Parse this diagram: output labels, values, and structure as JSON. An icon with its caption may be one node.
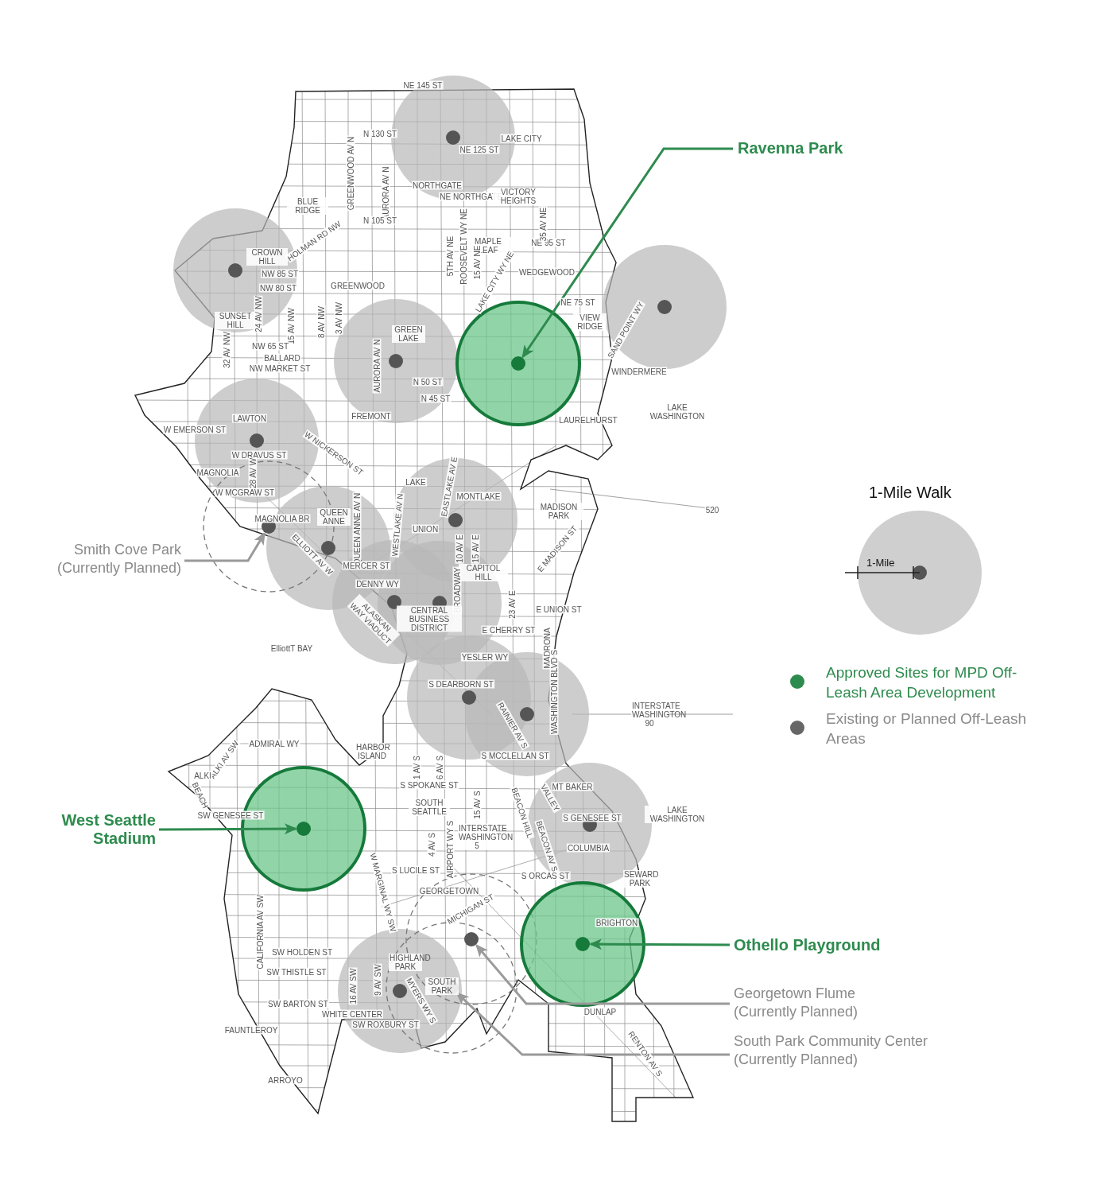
{
  "diagram": {
    "nodes": [
      {
        "text": [
          "Ravenna Park"
        ]
      },
      {
        "text": [],
        "shape": "circle"
      },
      {
        "text": [
          "West Seattle Stadium"
        ]
      },
      {
        "text": [],
        "shape": "circle"
      },
      {
        "text": [
          "Othello Playground"
        ]
      },
      {
        "text": [],
        "shape": "circle"
      },
      {
        "text": [
          "Smith Cove Park (Currently Planned)"
        ]
      },
      {
        "text": [],
        "shape": "circle"
      },
      {
        "text": [
          "Georgetown Flume (Currently Planned)"
        ]
      },
      {
        "text": [],
        "shape": "circle"
      },
      {
        "text": [
          "South Park Community Center (Currently Planned)"
        ]
      },
      {
        "text": [],
        "shape": "circle"
      }
    ],
    "edges": [
      {
        "from": 0,
        "to": 1,
        "arrow": "to",
        "color": "#2e8b4e"
      },
      {
        "from": 2,
        "to": 3,
        "arrow": "to",
        "color": "#2e8b4e"
      },
      {
        "from": 4,
        "to": 5,
        "arrow": "to",
        "color": "#2e8b4e"
      },
      {
        "from": 6,
        "to": 7,
        "arrow": "to",
        "color": "#9a9a9a"
      },
      {
        "from": 8,
        "to": 9,
        "arrow": "to",
        "color": "#9a9a9a"
      },
      {
        "from": 10,
        "to": 11,
        "arrow": "to",
        "color": "#9a9a9a"
      }
    ],
    "labels": [
      "NE 145 ST",
      "N 130 ST",
      "LAKE CITY",
      "NE 125 ST",
      "NORTHGATE",
      "NE NORTHGATE WY",
      "VICTORY HEIGHTS",
      "BLUE RIDGE",
      "GREENWOOD AV N",
      "AURORA AV N",
      "N 105 ST",
      "HOLMAN RD NW",
      "MAPLE LEAF",
      "5TH AV NE",
      "ROOSEVELT WY NE",
      "15 AV NE",
      "LAKE CITY WY NE",
      "NE 95 ST",
      "35 AV NE",
      "CROWN HILL",
      "NW 85 ST",
      "WEDGEWOOD",
      "NW 80 ST",
      "GREENWOOD",
      "NE 75 ST",
      "VIEW RIDGE",
      "SUNSET HILL",
      "32 AV NW",
      "24 AV NW",
      "15 AV NW",
      "8 AV NW",
      "3 AV NW",
      "GREEN LAKE",
      "SAND POINT WY",
      "NW 65 ST",
      "BALLARD",
      "NW MARKET ST",
      "N 50 ST",
      "AURORA AV N",
      "WINDERMERE",
      "N 45 ST",
      "LAKE WASHINGTON",
      "LAURELHURST",
      "FREMONT",
      "W EMERSON ST",
      "LAWTON",
      "W NICKERSON ST",
      "W DRAVUS ST",
      "MAGNOLIA",
      "W MCGRAW ST",
      "28 AV W",
      "LAKE",
      "UNION",
      "MONTLAKE",
      "MADISON PARK",
      "520",
      "QUEEN ANNE",
      "MAGNOLIA BR",
      "EASTLAKE AV E",
      "WESTLAKE AV N",
      "QUEEN ANNE AV N",
      "10 AV E",
      "15 AV E",
      "E MADISON ST",
      "CAPITOL HILL",
      "ELLIOTT AV W",
      "MERCER ST",
      "DENNY WY",
      "BROADWAY",
      "23 AV E",
      "E UNION ST",
      "CENTRAL BUSINESS DISTRICT",
      "ALASKAN WAY VIADUCT",
      "E CHERRY ST",
      "MADRONA",
      "ElliottT BAY",
      "YESLER WY",
      "S DEARBORN ST",
      "RAINIER AV S",
      "WASHINGTON BLVD S",
      "INTERSTATE WASHINGTON 90",
      "ALKI AV SW",
      "ADMIRAL WY",
      "HARBOR ISLAND",
      "ALKI",
      "BEACH",
      "SW GENESEE ST",
      "S MCCLELLAN ST",
      "VALLEY",
      "MT BAKER",
      "S SPOKANE ST",
      "SOUTH SEATTLE",
      "1 AV S",
      "6 AV S",
      "15 AV S",
      "BEACON HILL",
      "BEACON AV S",
      "S GENESEE ST",
      "LAKE WASHINGTON",
      "INTERSTATE WASHINGTON 5",
      "4 AV S",
      "AIRPORT WY S",
      "COLUMBIA",
      "S LUCILE ST",
      "S ORCAS ST",
      "SEWARD PARK",
      "W MARGINAL WY SW",
      "CALIFORNIA AV SW",
      "GEORGETOWN",
      "MICHIGAN ST",
      "BRIGHTON",
      "SW HOLDEN ST",
      "SW THISTLE ST",
      "HIGHLAND PARK",
      "16 AV SW",
      "9 AV SW",
      "SOUTH PARK",
      "SW BARTON ST",
      "WHITE CENTER",
      "SW ROXBURY ST",
      "MYERS WY S",
      "FAUNTLEROY",
      "DUNLAP",
      "RENTON AV S",
      "ARROYO",
      "1-Mile Walk",
      "1-Mile"
    ],
    "legend": [
      {
        "text": "Approved Sites for MPD Off-Leash Area Development",
        "color": "#2e8b4e"
      },
      {
        "text": "Existing or Planned Off-Leash Areas",
        "color": "#666666"
      }
    ]
  }
}
